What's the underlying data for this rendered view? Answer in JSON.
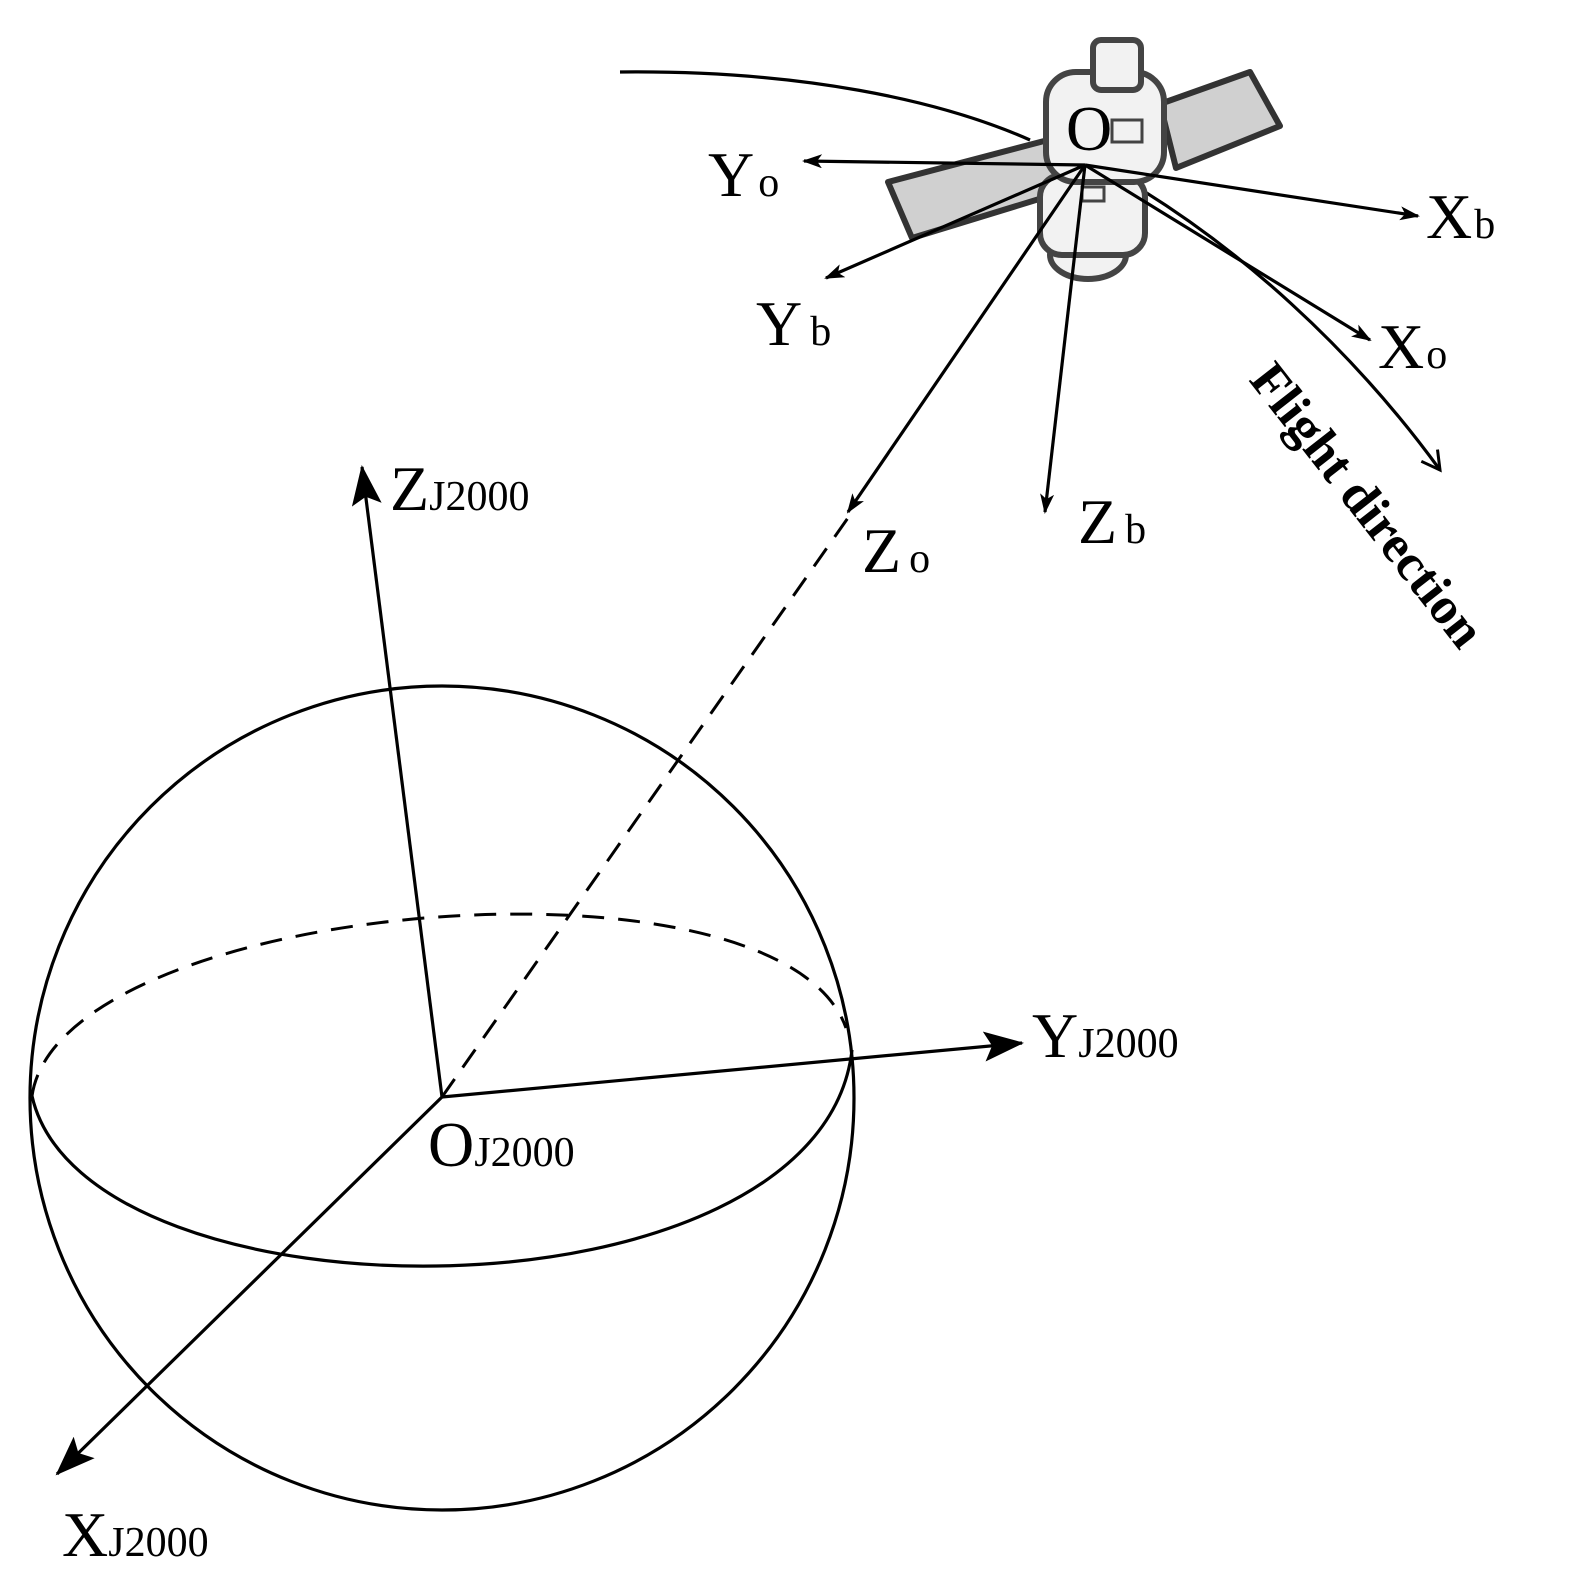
{
  "labels": {
    "z_j2000": {
      "main": "Z",
      "sub": "J2000"
    },
    "y_j2000": {
      "main": "Y",
      "sub": "J2000"
    },
    "x_j2000": {
      "main": "X",
      "sub": "J2000"
    },
    "o_j2000": {
      "main": "O",
      "sub": "J2000"
    },
    "o_sat": {
      "main": "O"
    },
    "y_o": {
      "main": "Y",
      "sub": "o"
    },
    "y_b": {
      "main": "Y",
      "sub": "b"
    },
    "x_b": {
      "main": "X",
      "sub": "b"
    },
    "x_o": {
      "main": "X",
      "sub": "o"
    },
    "z_o": {
      "main": "Z",
      "sub": "o"
    },
    "z_b": {
      "main": "Z",
      "sub": "b"
    },
    "flight_direction": "Flight direction"
  },
  "colors": {
    "line": "#000000",
    "panel_fill": "#d0d0d0",
    "body_fill": "#f2f2f2",
    "body_stroke": "#444444"
  }
}
